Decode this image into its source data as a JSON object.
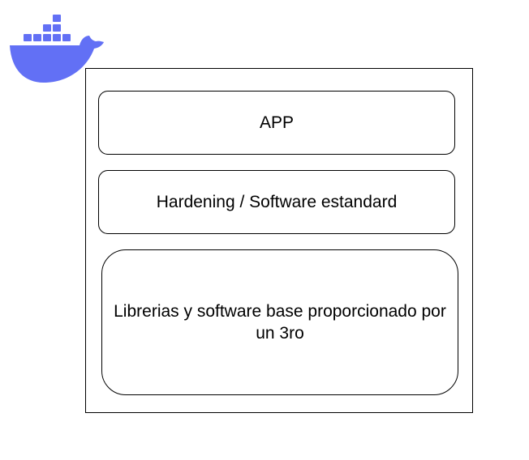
{
  "logo": {
    "icon": "docker-whale-icon",
    "color": "#6270f5"
  },
  "diagram": {
    "layers": [
      {
        "label": "APP"
      },
      {
        "label": "Hardening / Software estandard"
      },
      {
        "label": "Librerias y software base proporcionado por un 3ro"
      }
    ]
  }
}
